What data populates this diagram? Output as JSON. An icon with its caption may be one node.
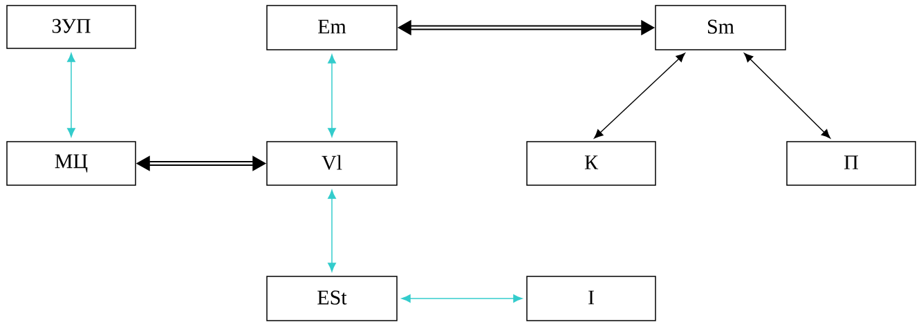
{
  "diagram": {
    "nodes": [
      {
        "text": [
          "ЗУП"
        ]
      },
      {
        "text": [
          "Em"
        ]
      },
      {
        "text": [
          "Sm"
        ]
      },
      {
        "text": [
          "МЦ"
        ]
      },
      {
        "text": [
          "Vl"
        ]
      },
      {
        "text": [
          "К"
        ]
      },
      {
        "text": [
          "П"
        ]
      },
      {
        "text": [
          "ESt"
        ]
      },
      {
        "text": [
          "I"
        ]
      }
    ],
    "edges": [
      {
        "from": 0,
        "to": 3,
        "arrow": "both",
        "color": "#33cccc"
      },
      {
        "from": 1,
        "to": 2,
        "arrow": "both",
        "style": "thick",
        "color": "#000000"
      },
      {
        "from": 1,
        "to": 4,
        "arrow": "both",
        "color": "#33cccc"
      },
      {
        "from": 2,
        "to": 5,
        "arrow": "both",
        "color": "#000000"
      },
      {
        "from": 2,
        "to": 6,
        "arrow": "both",
        "color": "#000000"
      },
      {
        "from": 3,
        "to": 4,
        "arrow": "both",
        "style": "thick",
        "color": "#000000"
      },
      {
        "from": 4,
        "to": 7,
        "arrow": "both",
        "color": "#33cccc"
      },
      {
        "from": 7,
        "to": 8,
        "arrow": "both",
        "color": "#33cccc"
      }
    ]
  }
}
